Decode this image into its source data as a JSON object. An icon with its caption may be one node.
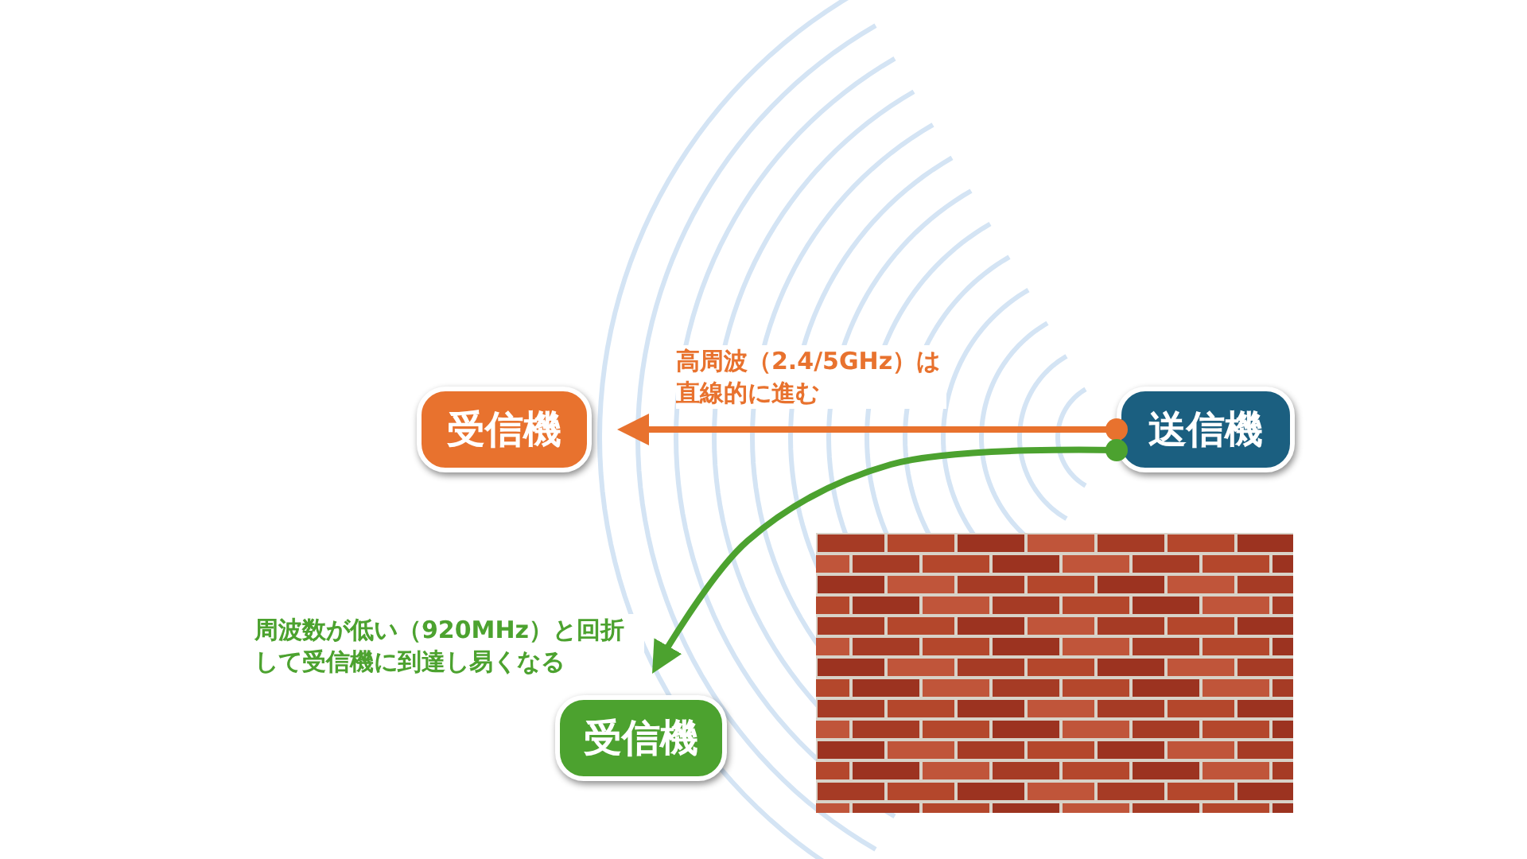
{
  "diagram": {
    "nodes": [
      {
        "text": [
          "受信機"
        ]
      },
      {
        "text": [
          "送信機"
        ]
      },
      {
        "text": [
          "受信機"
        ]
      },
      {
        "text": [],
        "shape": "picture"
      }
    ],
    "edges": [
      {
        "from": 1,
        "to": 0,
        "arrow": "to",
        "label": "高周波（2.4/5GHz）は直線的に進む",
        "color": "#e8722e"
      },
      {
        "from": 1,
        "to": 2,
        "arrow": "to",
        "label": "周波数が低い（920MHz）と回折して受信機に到達し易くなる",
        "color": "#4ca22f"
      }
    ]
  }
}
